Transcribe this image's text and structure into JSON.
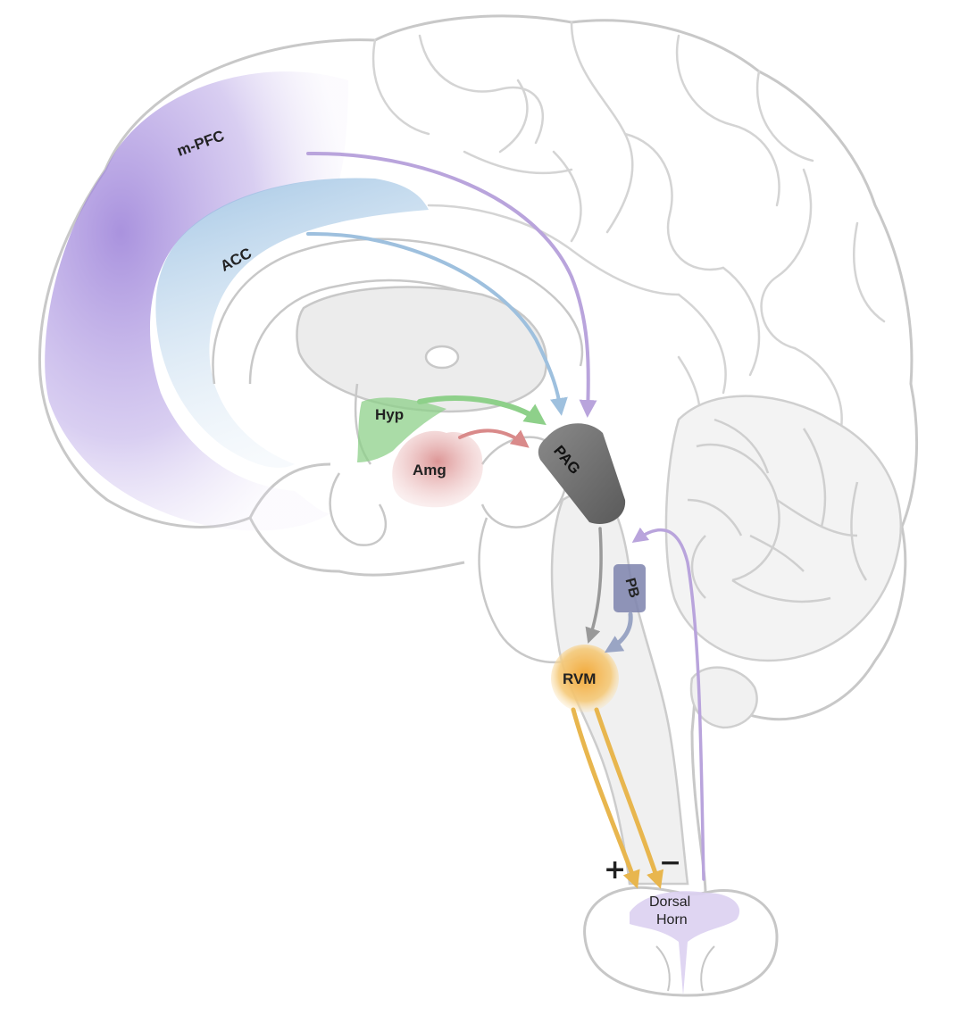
{
  "regions": {
    "mpfc": "m-PFC",
    "acc": "ACC",
    "hyp": "Hyp",
    "amg": "Amg",
    "pag": "PAG",
    "pb": "PB",
    "rvm": "RVM",
    "dorsal_horn_line1": "Dorsal",
    "dorsal_horn_line2": "Horn"
  },
  "signs": {
    "plus": "+",
    "minus": "−"
  },
  "colors": {
    "mpfc": "#9a7fd8",
    "acc": "#8db8de",
    "hyp": "#8ed08a",
    "amg": "#d98a8a",
    "pag": "#777777",
    "pb": "#7d83ad",
    "rvm": "#f2b84a",
    "spinal_pathway": "#b9a4dc",
    "outline": "#c8c8c8"
  }
}
